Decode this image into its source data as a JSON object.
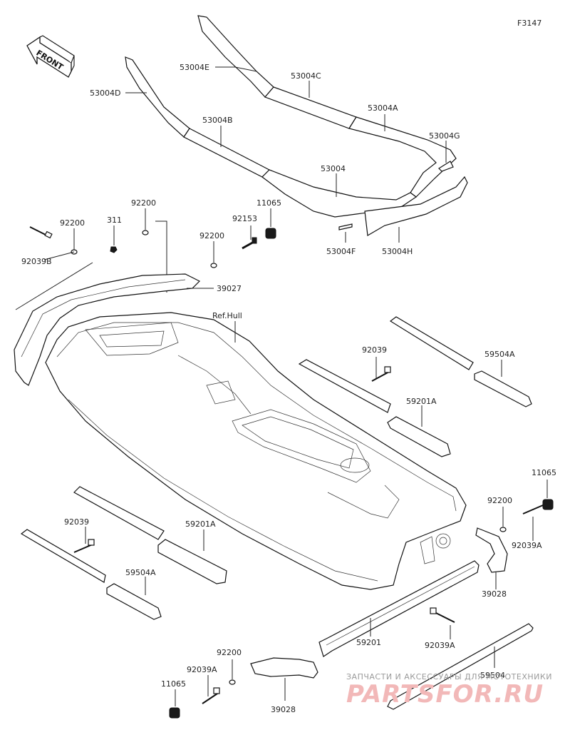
{
  "figure_code": "F3147",
  "front_label": "FRONT",
  "ref_hull": "Ref.Hull",
  "labels": {
    "p53004E": "53004E",
    "p53004C": "53004C",
    "p53004D": "53004D",
    "p53004A": "53004A",
    "p53004B": "53004B",
    "p53004G": "53004G",
    "p53004": "53004",
    "p53004F": "53004F",
    "p53004H": "53004H",
    "p92200_top": "92200",
    "p311": "311",
    "p92200_left": "92200",
    "p92039B": "92039B",
    "p11065_top": "11065",
    "p92153": "92153",
    "p92200_mid": "92200",
    "p39027": "39027",
    "p92039_right": "92039",
    "p59504A_right": "59504A",
    "p59201A_right": "59201A",
    "p11065_right": "11065",
    "p92200_right": "92200",
    "p92039A_right": "92039A",
    "p39028_right": "39028",
    "p92039_left": "92039",
    "p59201A_left": "59201A",
    "p59504A_left": "59504A",
    "p59201": "59201",
    "p92039A_low": "92039A",
    "p59504": "59504",
    "p92200_bottom": "92200",
    "p92039A_bottom": "92039A",
    "p11065_bottom": "11065",
    "p39028_bottom": "39028"
  },
  "watermark": {
    "line1": "ЗАПЧАСТИ И АКСЕССУАРЫ ДЛЯ МОТОТЕХНИКИ",
    "line2": "PARTSFOR.RU"
  }
}
